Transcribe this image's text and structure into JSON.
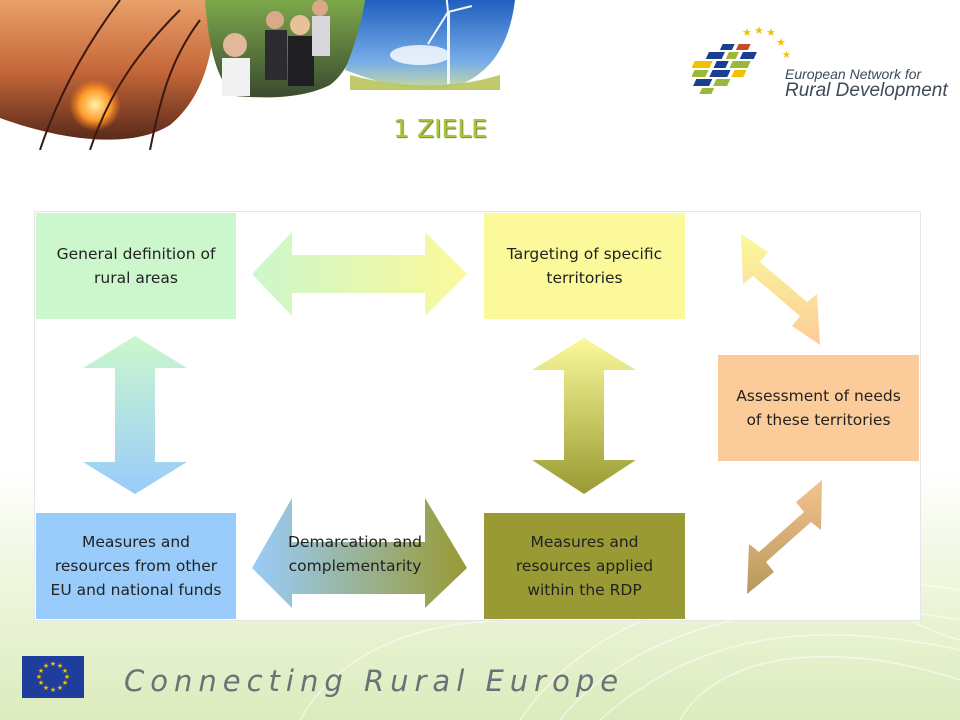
{
  "header": {
    "logo_line1": "European Network for",
    "logo_line2": "Rural Development",
    "title": "1 ZIELE"
  },
  "diagram": {
    "boxes": {
      "general_definition": "General definition of\nrural areas",
      "targeting": "Targeting of specific\nterritories",
      "assessment": "Assessment of needs\nof these territories",
      "measures_other": "Measures and\nresources from other\nEU and national funds",
      "measures_rdp": "Measures and\nresources applied\nwithin the RDP"
    },
    "demarcation_label": "Demarcation and\ncomplementarity",
    "colors": {
      "green": "#ccf7cc",
      "yellow": "#fbf99a",
      "orange": "#fbcc99",
      "blue": "#99ccfb",
      "olive": "#999a33"
    }
  },
  "footer": {
    "tagline": "Connecting Rural Europe",
    "flag_icon": "eu-flag-icon"
  },
  "photos": [
    "wheat-sunset-photo",
    "group-of-people-photo",
    "wind-turbine-photo"
  ]
}
